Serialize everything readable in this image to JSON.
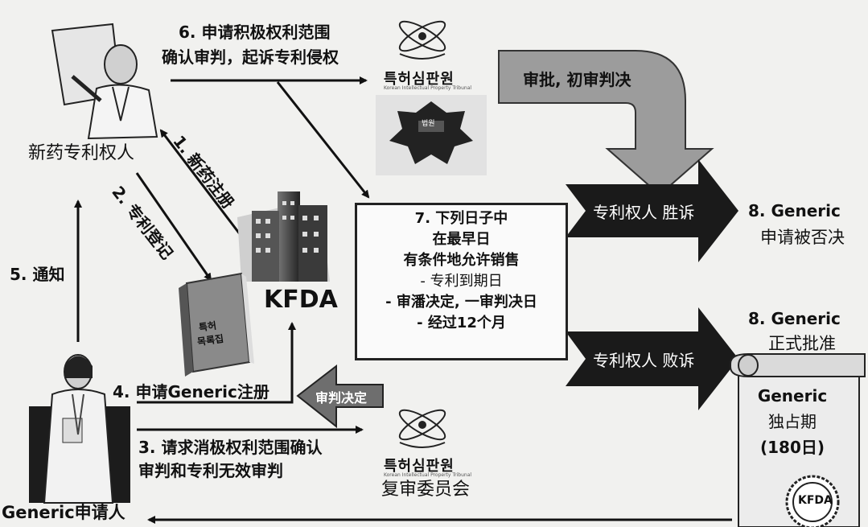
{
  "nodes": {
    "patentee": "新药专利权人",
    "applicant": "Generic申请人",
    "kfda": "KFDA",
    "tribunal_name": "특허심판원",
    "tribunal_sub": "Korean Intellectual Property Tribunal",
    "court_seal": "법원",
    "review_board": "复审委员会",
    "patent_book_line1": "특허",
    "patent_book_line2": "목록집",
    "scroll_title": "Generic",
    "scroll_line2": "独占期",
    "scroll_line3": "(180日)",
    "scroll_logo": "KFDA"
  },
  "steps": {
    "s1": "1. 新药注册",
    "s2": "2. 专利登记",
    "s3_line1": "3. 请求消极权利范围确认",
    "s3_line2": "审判和专利无效审判",
    "s4": "4. 申请Generic注册",
    "s5": "5. 通知",
    "s6_line1": "6. 申请积极权利范围",
    "s6_line2": "确认审判，起诉专利侵权",
    "s7_title": "7. 下列日子中",
    "s7_line2": "在最早日",
    "s7_line3": "有条件地允许销售",
    "s7_item1": "- 专利到期日",
    "s7_item2": "- 审潘决定, 一审判决日",
    "s7_item3": "- 经过12个月",
    "s8a_line1": "8. Generic",
    "s8a_line2": "申请被否决",
    "s8b_line1": "8. Generic",
    "s8b_line2": "正式批准"
  },
  "arrows": {
    "approval_judgment": "审批, 初审判决",
    "patentee_wins": "专利权人 胜诉",
    "patentee_loses": "专利权人 败诉",
    "trial_decision": "审判决定"
  }
}
